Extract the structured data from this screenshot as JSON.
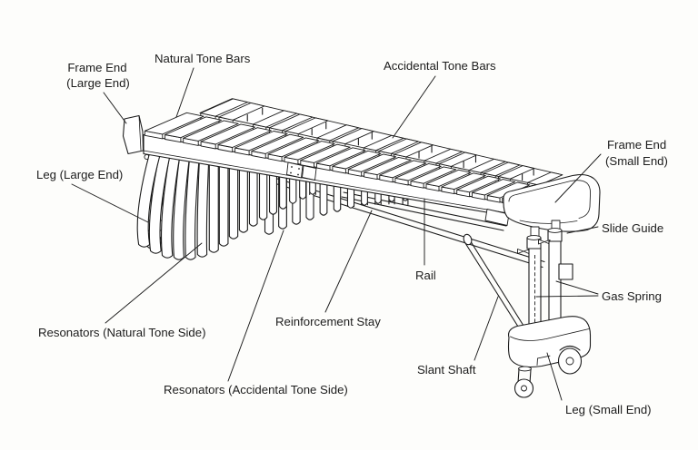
{
  "diagram": {
    "ink_color": "#1c1c1c",
    "paper_color": "#fdfdfb",
    "labels": {
      "frame_end_large": {
        "line1": "Frame End",
        "line2": "(Large End)"
      },
      "natural_tone_bars": "Natural Tone Bars",
      "accidental_tone_bars": "Accidental Tone Bars",
      "frame_end_small": {
        "line1": "Frame End",
        "line2": "(Small End)"
      },
      "leg_large_end": "Leg (Large End)",
      "slide_guide": "Slide Guide",
      "gas_spring": "Gas Spring",
      "rail": "Rail",
      "reinforcement_stay": "Reinforcement Stay",
      "slant_shaft": "Slant Shaft",
      "resonators_natural": "Resonators (Natural Tone Side)",
      "resonators_accidental": "Resonators (Accidental Tone Side)",
      "leg_small_end": "Leg (Small End)"
    }
  }
}
